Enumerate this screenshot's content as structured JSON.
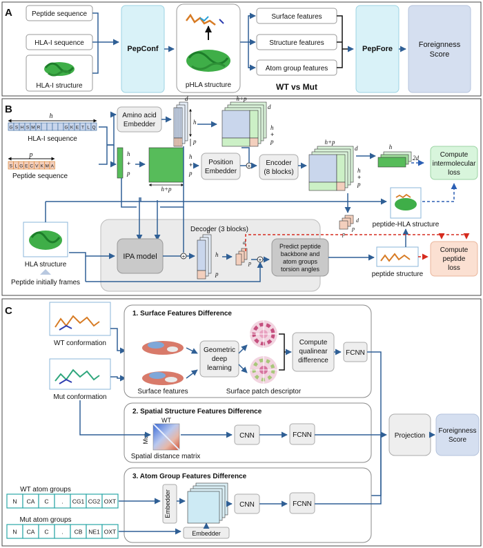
{
  "panelA": {
    "label": "A",
    "peptide_sequence": "Peptide sequence",
    "hla_sequence": "HLA-I sequence",
    "hla_structure": "HLA-I structure",
    "pepconf": "PepConf",
    "phla_structure": "pHLA structure",
    "surface_features": "Surface features",
    "structure_features": "Structure features",
    "atom_group_features": "Atom group features",
    "wt_vs_mut": "WT vs Mut",
    "pepfore": "PepFore",
    "foreignness_1": "Foreignness",
    "foreignness_2": "Score"
  },
  "panelB": {
    "label": "B",
    "hla_seq_label": "HLA-I sequence",
    "hla_seq_cells": [
      "G",
      "S",
      "H",
      "S",
      "M",
      "R",
      "",
      "",
      "",
      "",
      "G",
      "K",
      "E",
      "T",
      "L",
      "Q"
    ],
    "pep_seq_label": "Peptide sequence",
    "pep_seq_cells": [
      "S",
      "L",
      "G",
      "E",
      "C",
      "V",
      "K",
      "M",
      "A"
    ],
    "h": "h",
    "p": "p",
    "d": "d",
    "hp": "h+p",
    "two_d": "2d",
    "plus": "+",
    "aa_embedder_1": "Amino acid",
    "aa_embedder_2": "Embedder",
    "pos_embedder_1": "Position",
    "pos_embedder_2": "Embedder",
    "encoder_1": "Encoder",
    "encoder_2": "(8 blocks)",
    "intermolecular_1": "Compute",
    "intermolecular_2": "intermolecular",
    "intermolecular_3": "loss",
    "peptide_hla_structure": "peptide-HLA structure",
    "decoder": "Decoder (3 blocks)",
    "ipa_model": "IPA model",
    "predict_1": "Predict peptide",
    "predict_2": "backbone and",
    "predict_3": "atom groups",
    "predict_4": "torsion angles",
    "hla_structure": "HLA structure",
    "peptide_frames": "Peptide initially frames",
    "peptide_structure": "peptide structure",
    "peptide_loss_1": "Compute",
    "peptide_loss_2": "peptide",
    "peptide_loss_3": "loss"
  },
  "panelC": {
    "label": "C",
    "wt_conformation": "WT conformation",
    "mut_conformation": "Mut conformation",
    "s1_title": "1. Surface Features Difference",
    "geometric_1": "Geometric",
    "geometric_2": "deep",
    "geometric_3": "learning",
    "qualinear_1": "Compute",
    "qualinear_2": "qualinear",
    "qualinear_3": "difference",
    "fcnn": "FCNN",
    "surface_features": "Surface   features",
    "surface_patch": "Surface patch descriptor",
    "s2_title": "2. Spatial Structure Features Difference",
    "wt": "WT",
    "mut": "Mut",
    "cnn": "CNN",
    "spatial_matrix": "Spatial distance matrix",
    "projection": "Projection",
    "foreignness_1": "Foreignness",
    "foreignness_2": "Score",
    "s3_title": "3. Atom Group Features Difference",
    "wt_atom_groups": "WT atom groups",
    "wt_atoms": [
      "N",
      "CA",
      "C",
      ".",
      "CG1",
      "CG2",
      "OXT"
    ],
    "mut_atom_groups": "Mut atom groups",
    "mut_atoms": [
      "N",
      "CA",
      "C",
      ".",
      "CB",
      "NE1",
      "OXT"
    ],
    "embedder": "Embedder"
  },
  "colors": {
    "arrow": "#2f5f95",
    "pepconf_fill": "#d9f2f8",
    "foreignness_fill": "#d5dff0",
    "green_loss": "#d8f5dc",
    "peach_loss": "#fbe0d2",
    "red_dash": "#d62b1e",
    "blue_dash": "#2b5fb4"
  }
}
